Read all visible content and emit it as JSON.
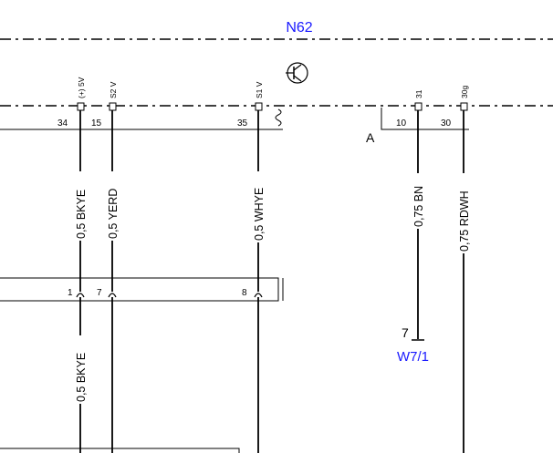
{
  "module": {
    "name": "N62",
    "connector_label": "A"
  },
  "top_pins": [
    {
      "id": "p34",
      "number": "34",
      "signal": "(+) 5V"
    },
    {
      "id": "p15",
      "number": "15",
      "signal": "S2 V"
    },
    {
      "id": "p35",
      "number": "35",
      "signal": "S1 V"
    },
    {
      "id": "p10",
      "number": "10",
      "signal": "31"
    },
    {
      "id": "p30",
      "number": "30",
      "signal": "30g"
    }
  ],
  "wires": [
    {
      "id": "w1",
      "label": "0,5 BKYE"
    },
    {
      "id": "w2",
      "label": "0,5 YERD"
    },
    {
      "id": "w3",
      "label": "0,5 WHYE"
    },
    {
      "id": "w4",
      "label": "0,75 BN"
    },
    {
      "id": "w5",
      "label": "0,75 RDWH"
    },
    {
      "id": "w6",
      "label": "0,5 BKYE"
    }
  ],
  "mid_connector": {
    "pins": [
      "1",
      "7",
      "8"
    ]
  },
  "ground": {
    "pin": "7",
    "name": "W7/1"
  },
  "colors": {
    "line": "#000000",
    "label_accent": "#1a1aff",
    "background": "#ffffff"
  }
}
